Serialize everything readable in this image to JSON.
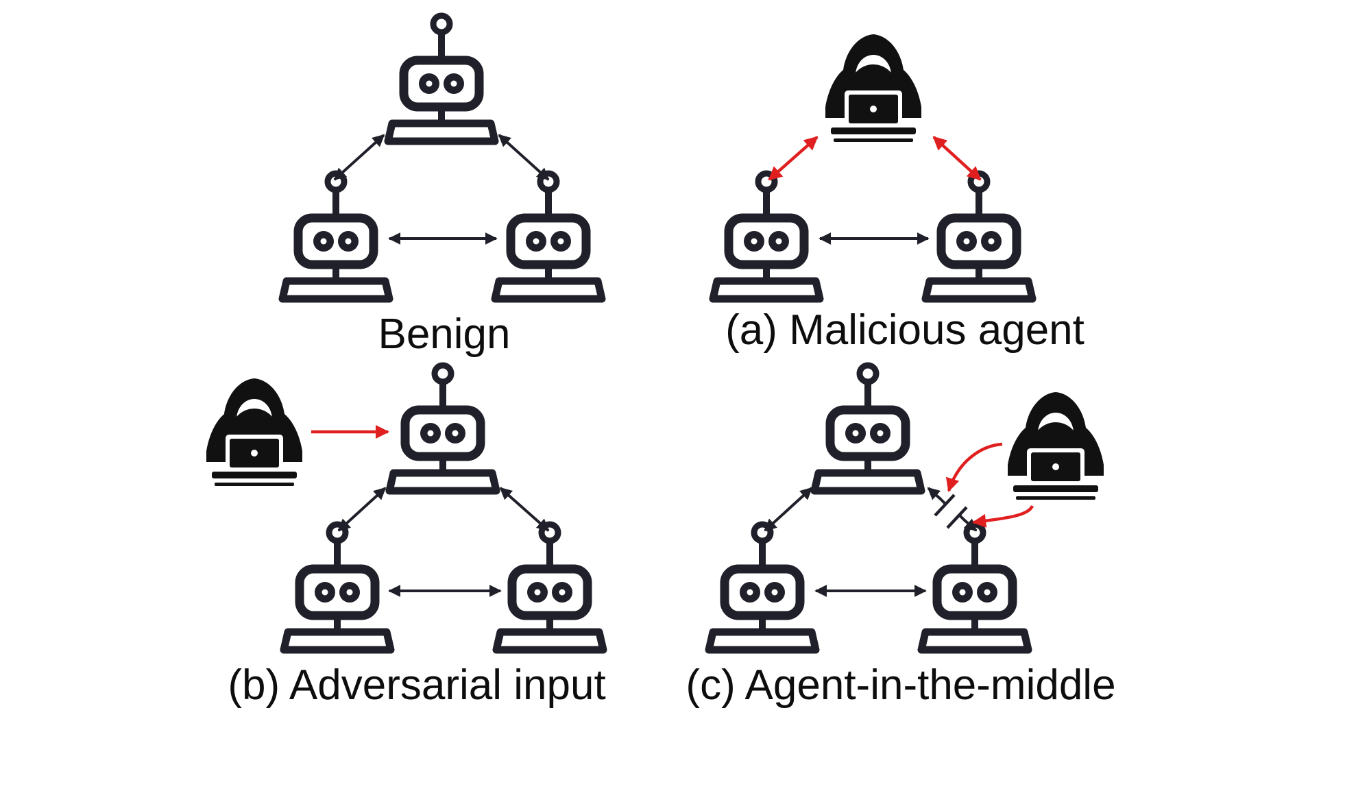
{
  "colors": {
    "ink": "#1f2029",
    "attack": "#e02020",
    "background": "#ffffff"
  },
  "icons": {
    "agent": "robot-icon",
    "attacker": "hooded-hacker-icon",
    "arrow": "double-headed-arrow",
    "blocked_channel": "blocked-channel-icon"
  },
  "panels": [
    {
      "id": "benign",
      "caption": "Benign"
    },
    {
      "id": "malicious",
      "caption": "(a) Malicious agent"
    },
    {
      "id": "adversarial",
      "caption": "(b) Adversarial input"
    },
    {
      "id": "aitm",
      "caption": "(c) Agent-in-the-middle"
    }
  ]
}
